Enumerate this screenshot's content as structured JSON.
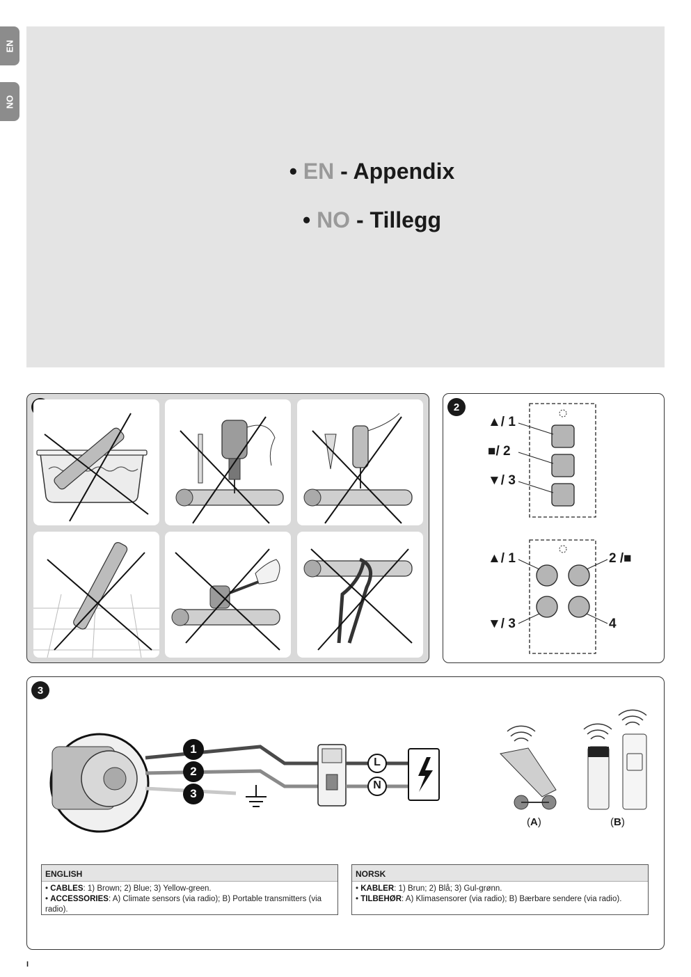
{
  "tabs": {
    "en": "EN",
    "no": "NO"
  },
  "hero": {
    "en": {
      "bullet": "•",
      "code": "EN",
      "sep": "-",
      "title": "Appendix"
    },
    "no": {
      "bullet": "•",
      "code": "NO",
      "sep": "-",
      "title": "Tillegg"
    }
  },
  "figures": {
    "fig1": "1",
    "fig2": "2",
    "fig3": "3"
  },
  "remote": {
    "top": {
      "up": "▲/ 1",
      "stop": "■/ 2",
      "down": "▼/ 3"
    },
    "bottom": {
      "up": "▲/ 1",
      "stop": "2 /■",
      "down": "▼/ 3",
      "four": "4"
    }
  },
  "wiring": {
    "cable_numbers": [
      "1",
      "2",
      "3"
    ],
    "line_label": "L",
    "neutral_label": "N",
    "accessory_a": {
      "open": "(",
      "letter": "A",
      "close": ")"
    },
    "accessory_b": {
      "open": "(",
      "letter": "B",
      "close": ")"
    }
  },
  "colors": {
    "brown": "#4a4a4a",
    "blue": "#8a8a8a",
    "yellow_green": "#c8c8c8",
    "panel_gray": "#d9d9d9"
  },
  "english": {
    "heading": "ENGLISH",
    "cables_key": "CABLES",
    "cables_text": ": 1) Brown; 2) Blue; 3) Yellow-green.",
    "accessories_key": "ACCESSORIES",
    "accessories_text": ": A) Climate sensors (via radio); B) Portable transmitters (via radio)."
  },
  "norsk": {
    "heading": "NORSK",
    "cables_key": "KABLER",
    "cables_text": ": 1) Brun; 2) Blå; 3) Gul-grønn.",
    "accessories_key": "TILBEHØR",
    "accessories_text": ": A) Klimasensorer (via radio); B) Bærbare sendere (via radio)."
  },
  "page_mark": "I"
}
